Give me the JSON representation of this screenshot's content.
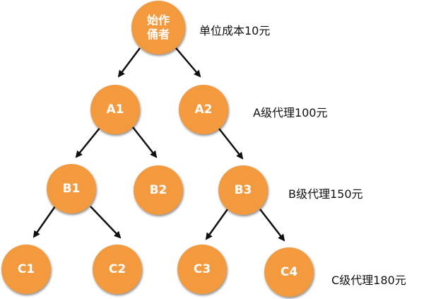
{
  "nodes": {
    "root": "始作\n俑者",
    "a1": "A1",
    "a2": "A2",
    "b1": "B1",
    "b2": "B2",
    "b3": "B3",
    "c1": "C1",
    "c2": "C2",
    "c3": "C3",
    "c4": "C4"
  },
  "tiers": {
    "root": "单位成本10元",
    "a": "A级代理100元",
    "b": "B级代理150元",
    "c": "C级代理180元"
  },
  "colors": {
    "node_fill": "#f39a3e",
    "node_text": "#ffffff",
    "arrow": "#111111",
    "label_text": "#111111"
  }
}
